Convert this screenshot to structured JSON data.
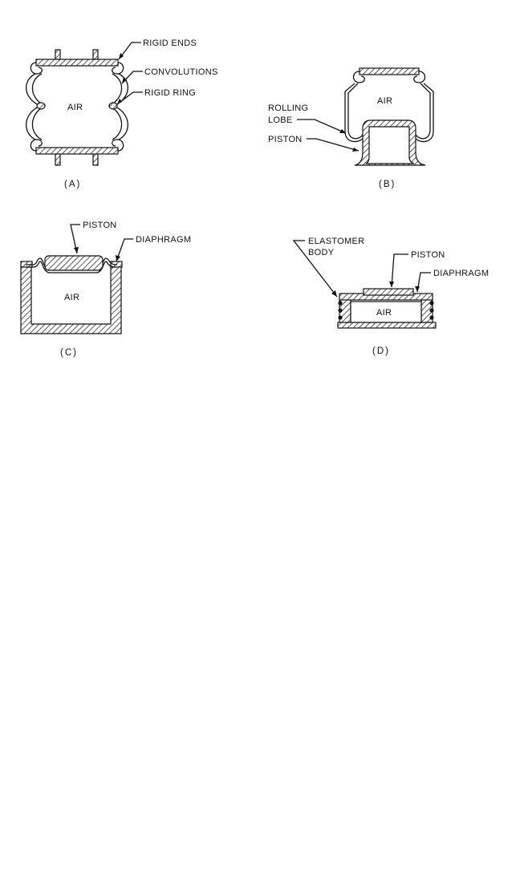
{
  "panels": {
    "a": {
      "caption": "(A)",
      "air": "AIR",
      "rigid_ends": "RIGID ENDS",
      "convolutions": "CONVOLUTIONS",
      "rigid_ring": "RIGID RING"
    },
    "b": {
      "caption": "(B)",
      "air": "AIR",
      "rolling_lobe_1": "ROLLING",
      "rolling_lobe_2": "LOBE",
      "piston": "PISTON"
    },
    "c": {
      "caption": "(C)",
      "air": "AIR",
      "piston": "PISTON",
      "diaphragm": "DIAPHRAGM"
    },
    "d": {
      "caption": "(D)",
      "air": "AIR",
      "elastomer_1": "ELASTOMER",
      "elastomer_2": "BODY",
      "piston": "PISTON",
      "diaphragm": "DIAPHRAGM"
    }
  }
}
